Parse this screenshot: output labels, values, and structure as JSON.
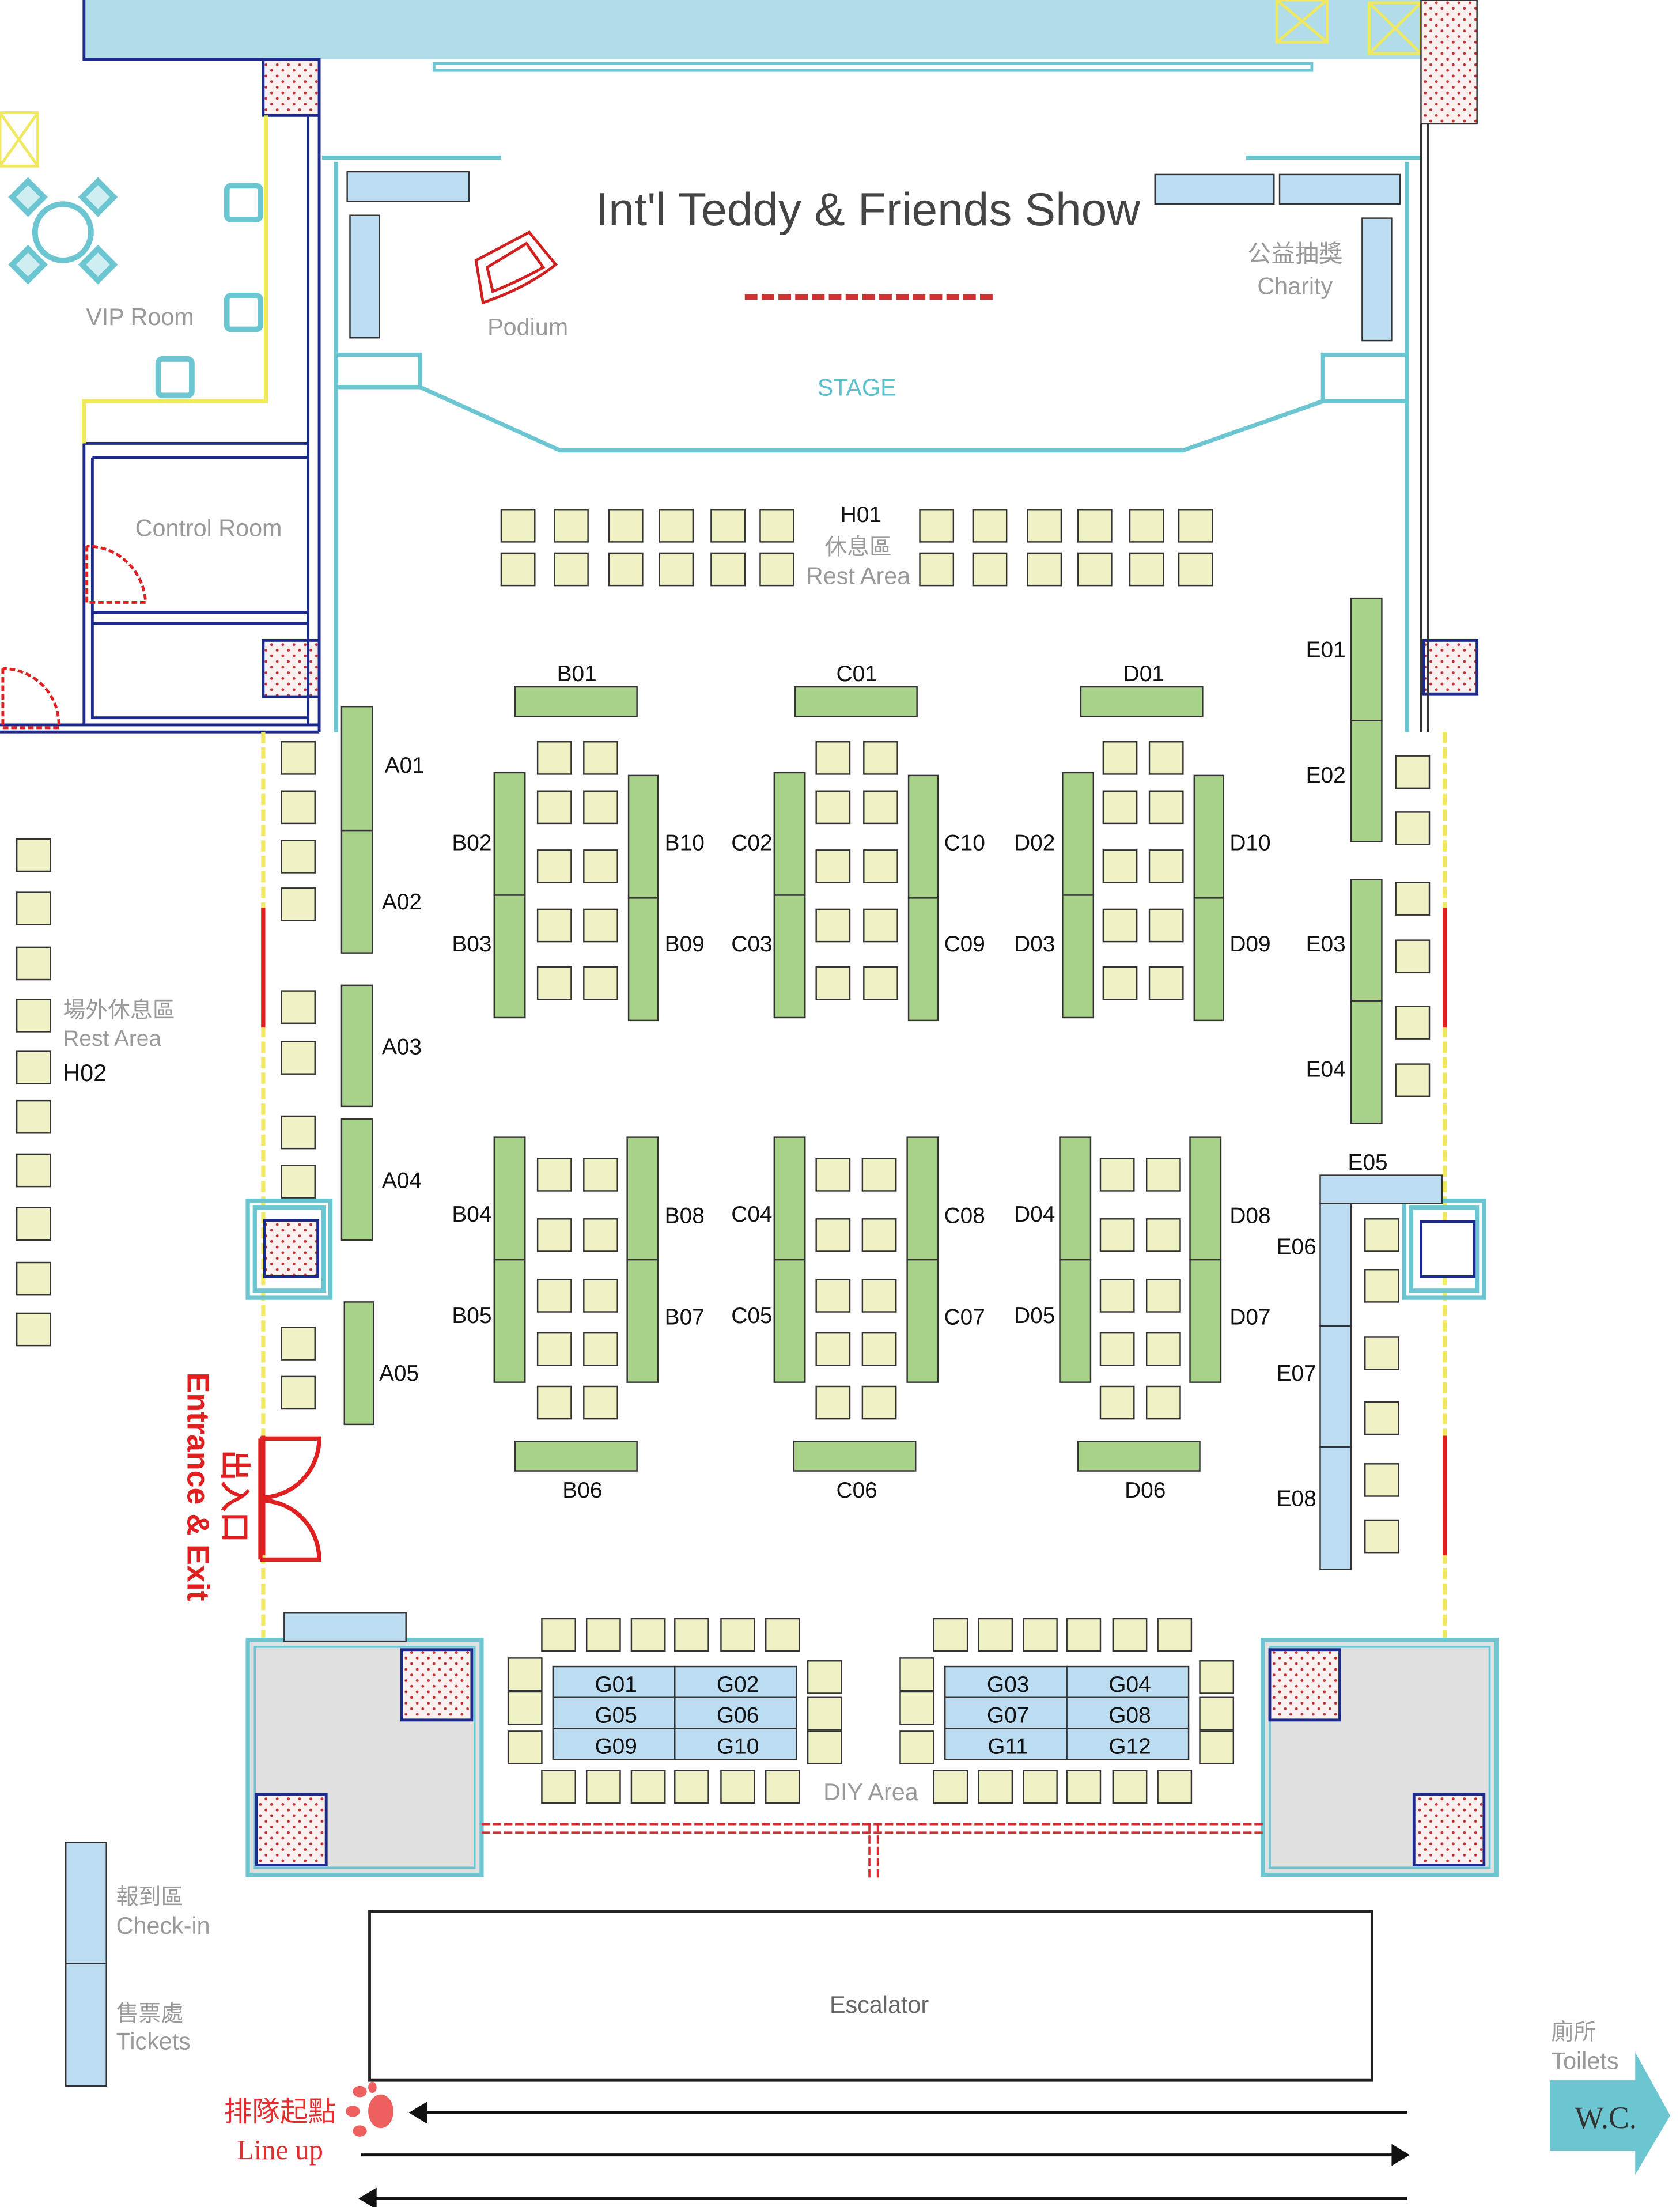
{
  "title": "Int'l Teddy & Friends Show",
  "stage": {
    "label": "STAGE",
    "podium": "Podium",
    "charity_zh": "公益抽獎",
    "charity_en": "Charity"
  },
  "rooms": {
    "vip": "VIP Room",
    "control": "Control Room",
    "escalator": "Escalator",
    "diy": "DIY Area"
  },
  "rest_inside": {
    "code": "H01",
    "zh": "休息區",
    "en": "Rest Area"
  },
  "rest_outside": {
    "code": "H02",
    "zh": "場外休息區",
    "en": "Rest Area"
  },
  "entrance": {
    "zh": "出入口",
    "en": "Entrance & Exit"
  },
  "checkin": {
    "zh": "報到區",
    "en": "Check-in"
  },
  "tickets": {
    "zh": "售票處",
    "en": "Tickets"
  },
  "lineup": {
    "zh": "排隊起點",
    "en": "Line up"
  },
  "toilets": {
    "zh": "廁所",
    "en": "Toilets",
    "sign": "W.C."
  },
  "booths": {
    "A": [
      "A01",
      "A02",
      "A03",
      "A04",
      "A05"
    ],
    "B": [
      "B01",
      "B02",
      "B03",
      "B04",
      "B05",
      "B06",
      "B07",
      "B08",
      "B09",
      "B10"
    ],
    "C": [
      "C01",
      "C02",
      "C03",
      "C04",
      "C05",
      "C06",
      "C07",
      "C08",
      "C09",
      "C10"
    ],
    "D": [
      "D01",
      "D02",
      "D03",
      "D04",
      "D05",
      "D06",
      "D07",
      "D08",
      "D09",
      "D10"
    ],
    "E": [
      "E01",
      "E02",
      "E03",
      "E04",
      "E05",
      "E06",
      "E07",
      "E08"
    ],
    "G": [
      "G01",
      "G02",
      "G03",
      "G04",
      "G05",
      "G06",
      "G07",
      "G08",
      "G09",
      "G10",
      "G11",
      "G12"
    ]
  },
  "colors": {
    "booth": "#f0f2c6",
    "vendor": "#a8d18a",
    "wall": "#6cc6d2",
    "alert": "#e02020",
    "blue_area": "#b0dde8"
  }
}
